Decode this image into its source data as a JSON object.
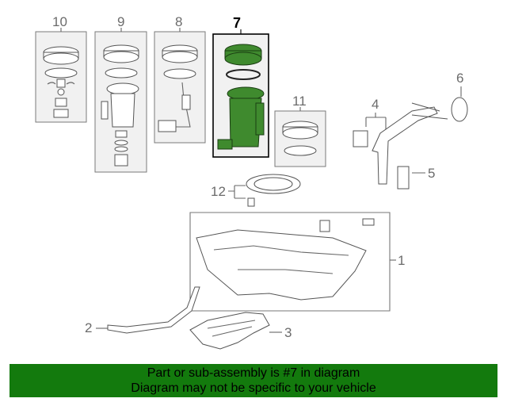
{
  "callouts": {
    "c1": "1",
    "c2": "2",
    "c3": "3",
    "c4": "4",
    "c5": "5",
    "c6": "6",
    "c7": "7",
    "c8": "8",
    "c9": "9",
    "c10": "10",
    "c11": "11",
    "c12": "12"
  },
  "highlight_callout": "7",
  "highlight_color": "#3f8a2e",
  "banner": {
    "line1": "Part or sub-assembly is #7 in diagram",
    "line2": "Diagram may not be specific to your vehicle",
    "background": "#137a0d"
  }
}
